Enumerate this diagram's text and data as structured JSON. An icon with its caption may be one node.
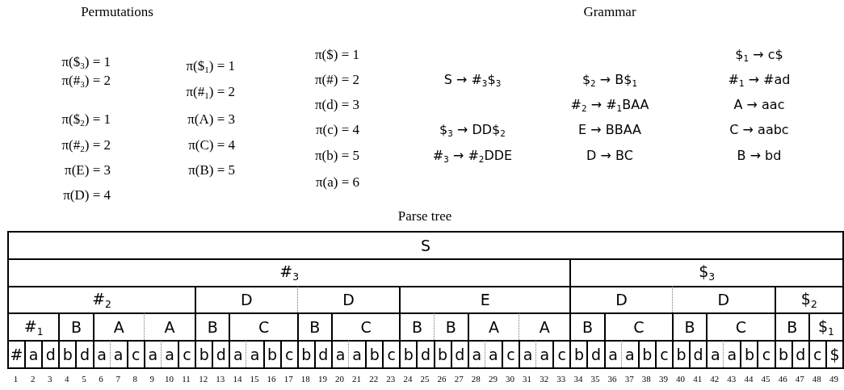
{
  "diagram": {
    "nodes": [
      {
        "text": [
          "Parse tree"
        ]
      },
      {
        "text": [
          "S"
        ],
        "in": 0
      },
      {
        "text": [
          "#$_{3}$"
        ],
        "in": 0
      },
      {
        "text": [
          "$$_{3}$"
        ],
        "in": 0
      },
      {
        "text": [
          "#$_{2}$"
        ],
        "in": 0
      },
      {
        "text": [
          "D"
        ],
        "in": 0
      },
      {
        "text": [
          "D"
        ],
        "in": 0
      },
      {
        "text": [
          "E"
        ],
        "in": 0
      },
      {
        "text": [
          "D"
        ],
        "in": 0
      },
      {
        "text": [
          "D"
        ],
        "in": 0
      },
      {
        "text": [
          "$$_{2}$"
        ],
        "in": 0
      },
      {
        "text": [
          "#$_{1}$"
        ],
        "in": 0
      },
      {
        "text": [
          "B"
        ],
        "in": 0
      },
      {
        "text": [
          "A"
        ],
        "in": 0
      },
      {
        "text": [
          "A"
        ],
        "in": 0
      },
      {
        "text": [
          "B"
        ],
        "in": 0
      },
      {
        "text": [
          "C"
        ],
        "in": 0
      },
      {
        "text": [
          "B"
        ],
        "in": 0
      },
      {
        "text": [
          "C"
        ],
        "in": 0
      },
      {
        "text": [
          "B"
        ],
        "in": 0
      },
      {
        "text": [
          "B"
        ],
        "in": 0
      },
      {
        "text": [
          "A"
        ],
        "in": 0
      },
      {
        "text": [
          "A"
        ],
        "in": 0
      },
      {
        "text": [
          "B"
        ],
        "in": 0
      },
      {
        "text": [
          "C"
        ],
        "in": 0
      },
      {
        "text": [
          "B"
        ],
        "in": 0
      },
      {
        "text": [
          "C"
        ],
        "in": 0
      },
      {
        "text": [
          "B"
        ],
        "in": 0
      },
      {
        "text": [
          "$$_{1}$"
        ],
        "in": 0
      },
      {
        "text": [
          "#"
        ],
        "in": 0
      },
      {
        "text": [
          "a"
        ],
        "in": 0
      },
      {
        "text": [
          "d"
        ],
        "in": 0
      },
      {
        "text": [
          "b"
        ],
        "in": 0
      },
      {
        "text": [
          "d"
        ],
        "in": 0
      },
      {
        "text": [
          "a"
        ],
        "in": 0
      },
      {
        "text": [
          "a"
        ],
        "in": 0
      },
      {
        "text": [
          "c"
        ],
        "in": 0
      },
      {
        "text": [
          "a"
        ],
        "in": 0
      },
      {
        "text": [
          "a"
        ],
        "in": 0
      },
      {
        "text": [
          "c"
        ],
        "in": 0
      },
      {
        "text": [
          "b"
        ],
        "in": 0
      },
      {
        "text": [
          "d"
        ],
        "in": 0
      },
      {
        "text": [
          "a"
        ],
        "in": 0
      },
      {
        "text": [
          "a"
        ],
        "in": 0
      },
      {
        "text": [
          "b"
        ],
        "in": 0
      },
      {
        "text": [
          "c"
        ],
        "in": 0
      },
      {
        "text": [
          "b"
        ],
        "in": 0
      },
      {
        "text": [
          "d"
        ],
        "in": 0
      },
      {
        "text": [
          "a"
        ],
        "in": 0
      },
      {
        "text": [
          "a"
        ],
        "in": 0
      },
      {
        "text": [
          "b"
        ],
        "in": 0
      },
      {
        "text": [
          "c"
        ],
        "in": 0
      },
      {
        "text": [
          "b"
        ],
        "in": 0
      },
      {
        "text": [
          "d"
        ],
        "in": 0
      },
      {
        "text": [
          "b"
        ],
        "in": 0
      },
      {
        "text": [
          "d"
        ],
        "in": 0
      },
      {
        "text": [
          "a"
        ],
        "in": 0
      },
      {
        "text": [
          "a"
        ],
        "in": 0
      },
      {
        "text": [
          "c"
        ],
        "in": 0
      },
      {
        "text": [
          "a"
        ],
        "in": 0
      },
      {
        "text": [
          "a"
        ],
        "in": 0
      },
      {
        "text": [
          "c"
        ],
        "in": 0
      },
      {
        "text": [
          "b"
        ],
        "in": 0
      },
      {
        "text": [
          "d"
        ],
        "in": 0
      },
      {
        "text": [
          "a"
        ],
        "in": 0
      },
      {
        "text": [
          "a"
        ],
        "in": 0
      },
      {
        "text": [
          "b"
        ],
        "in": 0
      },
      {
        "text": [
          "c"
        ],
        "in": 0
      },
      {
        "text": [
          "b"
        ],
        "in": 0
      },
      {
        "text": [
          "d"
        ],
        "in": 0
      },
      {
        "text": [
          "a"
        ],
        "in": 0
      },
      {
        "text": [
          "a"
        ],
        "in": 0
      },
      {
        "text": [
          "b"
        ],
        "in": 0
      },
      {
        "text": [
          "c"
        ],
        "in": 0
      },
      {
        "text": [
          "b"
        ],
        "in": 0
      },
      {
        "text": [
          "d"
        ],
        "in": 0
      },
      {
        "text": [
          "c"
        ],
        "in": 0
      },
      {
        "text": [
          "$"
        ],
        "in": 0
      }
    ],
    "labels": [
      "Permutations",
      "π($$_{3}$) = 1",
      "π(#$_{3}$) = 2",
      "π($$_{2}$) = 1",
      "π(#$_{2}$) = 2",
      "π(E) = 3",
      "π(D) = 4",
      "π($$_{1}$) = 1",
      "π(#$_{1}$) = 2",
      "π(A) = 3",
      "π(C) = 4",
      "π(B) = 5",
      "π($) = 1",
      "π(#) = 2",
      "π(d) = 3",
      "π(c) = 4",
      "π(b) = 5",
      "π(a) = 6",
      "Grammar",
      "S → #$_{3}$$$_{3}$",
      "$$_{3}$ → DD$$_{2}$",
      "#$_{3}$ → #$_{2}$DDE",
      "$$_{2}$ → B$$_{1}$",
      "#$_{2}$ → #$_{1}$BAA",
      "E → BBAA",
      "D → BC",
      "$$_{1}$ → c$",
      "#$_{1}$ → #ad",
      "A → aac",
      "C → aabc",
      "B → bd",
      "1",
      "2",
      "3",
      "4",
      "5",
      "6",
      "7",
      "8",
      "9",
      "10",
      "11",
      "12",
      "13",
      "14",
      "15",
      "16",
      "17",
      "18",
      "19",
      "20",
      "21",
      "22",
      "23",
      "24",
      "25",
      "26",
      "27",
      "28",
      "29",
      "30",
      "31",
      "32",
      "33",
      "34",
      "35",
      "36",
      "37",
      "38",
      "39",
      "40",
      "41",
      "42",
      "43",
      "44",
      "45",
      "46",
      "47",
      "48",
      "49"
    ]
  }
}
